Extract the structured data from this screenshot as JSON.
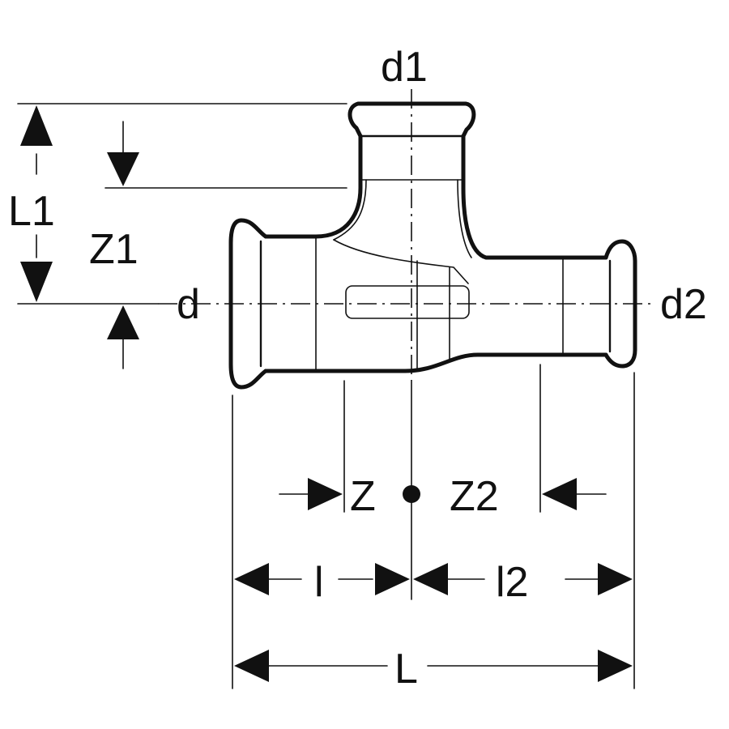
{
  "labels": {
    "d1": "d1",
    "d": "d",
    "d2": "d2",
    "L1": "L1",
    "Z1": "Z1",
    "Z": "Z",
    "Z2": "Z2",
    "l": "l",
    "l2": "l2",
    "L": "L"
  },
  "colors": {
    "line": "#111111",
    "background": "#ffffff"
  }
}
